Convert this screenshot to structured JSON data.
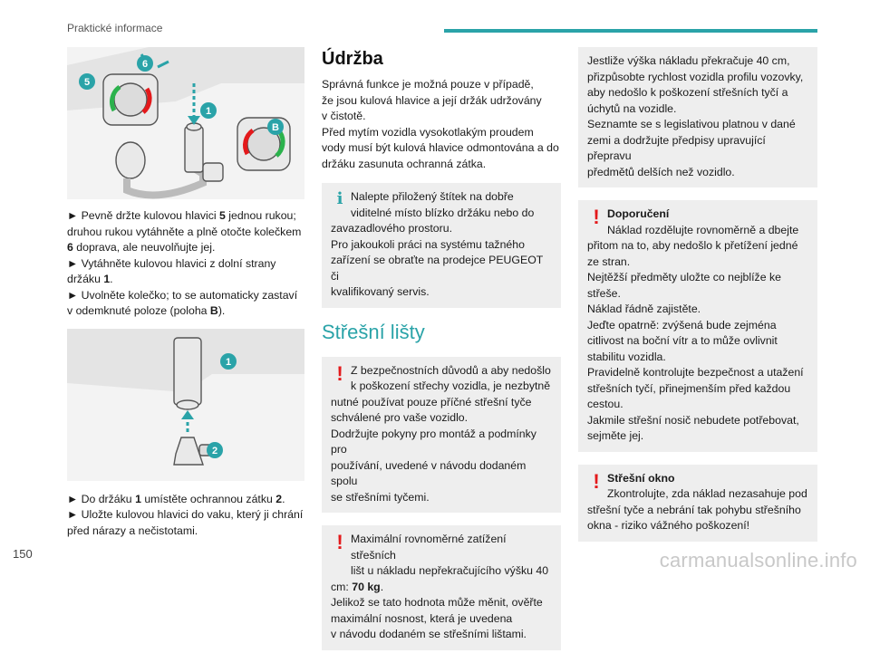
{
  "header": {
    "section_title": "Praktické informace"
  },
  "page_number": "150",
  "watermark": "carmanualsonline.info",
  "col1": {
    "fig1_callouts": [
      "5",
      "6",
      "1",
      "B"
    ],
    "para1": [
      "► Pevně držte kulovou hlavici ",
      "5",
      " jednou rukou; druhou rukou vytáhněte a plně otočte kolečkem ",
      "6",
      " doprava, ale neuvolňujte jej.",
      "► Vytáhněte kulovou hlavici z dolní strany držáku ",
      "1",
      ".",
      "► Uvolněte kolečko; to se automaticky zastaví v odemknuté poloze (poloha ",
      "B",
      ")."
    ],
    "fig2_callouts": [
      "1",
      "2"
    ],
    "para2": [
      "► Do držáku ",
      "1",
      " umístěte ochrannou zátku ",
      "2",
      ".",
      "► Uložte kulovou hlavici do vaku, který ji chrání před nárazy a nečistotami."
    ]
  },
  "col2": {
    "heading_maintenance": "Údržba",
    "maintenance_lines": [
      "Správná funkce je možná pouze v případě,",
      "že jsou kulová hlavice a její držák udržovány",
      "v čistotě.",
      "Před mytím vozidla vysokotlakým proudem",
      "vody musí být kulová hlavice odmontována a do",
      "držáku zasunuta ochranná zátka."
    ],
    "info_note": {
      "icon": "info-icon",
      "lines": [
        "Nalepte přiložený štítek na dobře",
        "viditelné místo blízko držáku nebo do",
        "zavazadlového prostoru.",
        "Pro jakoukoli práci na systému tažného",
        "zařízení se obraťte na prodejce PEUGEOT či",
        "kvalifikovaný servis."
      ]
    },
    "heading_roof_bars": "Střešní lišty",
    "warn1": {
      "icon": "warning-icon",
      "lines": [
        "Z bezpečnostních důvodů a aby nedošlo",
        "k poškození střechy vozidla, je nezbytně",
        "nutné používat pouze příčné střešní tyče",
        "schválené pro vaše vozidlo.",
        "Dodržujte pokyny pro montáž a podmínky pro",
        "používání, uvedené v návodu dodaném spolu",
        "se střešními tyčemi."
      ]
    },
    "warn2": {
      "icon": "warning-icon",
      "lines_a": [
        "Maximální rovnoměrné zatížení střešních",
        "lišt u nákladu nepřekračujícího výšku 40"
      ],
      "load_prefix": "cm: ",
      "load_value": "70 kg",
      "load_suffix": ".",
      "lines_b": [
        "Jelikož se tato hodnota může měnit, ověřte",
        "maximální nosnost, která je uvedena",
        "v návodu dodaném se střešními lištami."
      ]
    }
  },
  "col3": {
    "height_note": {
      "lines": [
        "Jestliže výška nákladu překračuje 40 cm,",
        "přizpůsobte rychlost vozidla profilu vozovky,",
        "aby nedošlo k poškození střešních tyčí a",
        "úchytů na vozidle.",
        "Seznamte se s legislativou platnou v dané",
        "zemi a dodržujte předpisy upravující přepravu",
        "předmětů delších než vozidlo."
      ]
    },
    "recommendation": {
      "icon": "warning-icon",
      "title": "Doporučení",
      "lines": [
        "Náklad rozdělujte rovnoměrně a dbejte",
        "přitom na to, aby nedošlo k přetížení jedné",
        "ze stran.",
        "Nejtěžší předměty uložte co nejblíže ke",
        "střeše.",
        "Náklad řádně zajistěte.",
        "Jeďte opatrně: zvýšená bude zejména",
        "citlivost na boční vítr a to může ovlivnit",
        "stabilitu vozidla.",
        "Pravidelně kontrolujte bezpečnost a utažení",
        "střešních tyčí, přinejmenším před každou",
        "cestou.",
        "Jakmile střešní nosič nebudete potřebovat,",
        "sejměte jej."
      ]
    },
    "sunroof": {
      "icon": "warning-icon",
      "title": "Střešní okno",
      "lines": [
        "Zkontrolujte, zda náklad nezasahuje pod",
        "střešní tyče a nebrání tak pohybu střešního",
        "okna - riziko vážného poškození!"
      ]
    }
  }
}
